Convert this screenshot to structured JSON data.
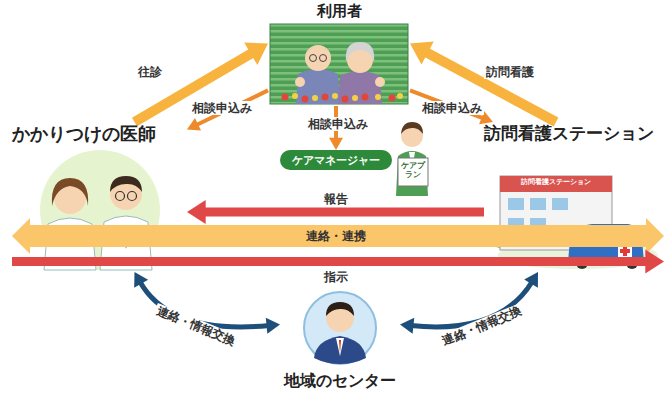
{
  "diagram": {
    "nodes": [
      {
        "text": [
          "利用者"
        ]
      },
      {
        "text": [
          "ケアマネージャー"
        ]
      },
      {
        "text": [
          "かかりつけの医師"
        ]
      },
      {
        "text": [
          "訪問看護ステーション"
        ]
      },
      {
        "text": [
          "地域のセンター"
        ]
      }
    ],
    "edges": [
      {
        "from": 2,
        "to": 0,
        "label": "往診",
        "arrow": "to"
      },
      {
        "from": 0,
        "to": 2,
        "label": "相談申込み",
        "arrow": "to"
      },
      {
        "from": 3,
        "to": 0,
        "label": "訪問看護",
        "arrow": "to"
      },
      {
        "from": 0,
        "to": 3,
        "label": "相談申込み",
        "arrow": "to"
      },
      {
        "from": 0,
        "to": 1,
        "label": "相談申込み",
        "arrow": "to"
      },
      {
        "from": 3,
        "to": 2,
        "label": "報告",
        "arrow": "to"
      },
      {
        "from": 2,
        "to": 3,
        "label": "連絡・連携",
        "arrow": "both"
      },
      {
        "from": 2,
        "to": 3,
        "label": "指示",
        "arrow": "to"
      },
      {
        "from": 2,
        "to": 4,
        "label": "連絡・情報交換",
        "arrow": "both"
      },
      {
        "from": 3,
        "to": 4,
        "label": "連絡・情報交換",
        "arrow": "both"
      }
    ],
    "labels": [
      "ケアプラン",
      "訪問看護ステーション"
    ]
  }
}
